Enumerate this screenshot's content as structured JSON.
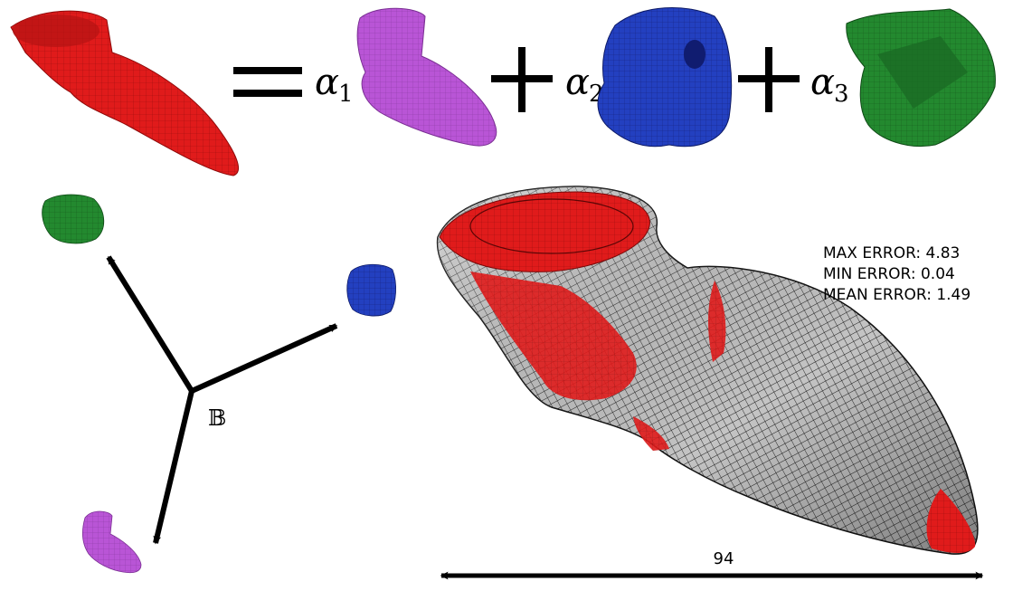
{
  "equation": {
    "equals": "=",
    "plus": "+",
    "coefficients": [
      {
        "symbol": "α",
        "subscript": "1"
      },
      {
        "symbol": "α",
        "subscript": "2"
      },
      {
        "symbol": "α",
        "subscript": "3"
      }
    ]
  },
  "basis": {
    "label": "𝔹"
  },
  "error_panel": {
    "lines": [
      "MAX ERROR: 4.83",
      "MIN ERROR: 0.04",
      "MEAN ERROR: 1.49"
    ]
  },
  "dimension": {
    "value": "94"
  },
  "colors": {
    "target_red": "#e01b1b",
    "mode1_magenta": "#b04fcf",
    "mode2_blue": "#2238b0",
    "mode3_green": "#1f7a2a",
    "mesh_gray": "#bdbdbd",
    "stroke_black": "#000000"
  }
}
